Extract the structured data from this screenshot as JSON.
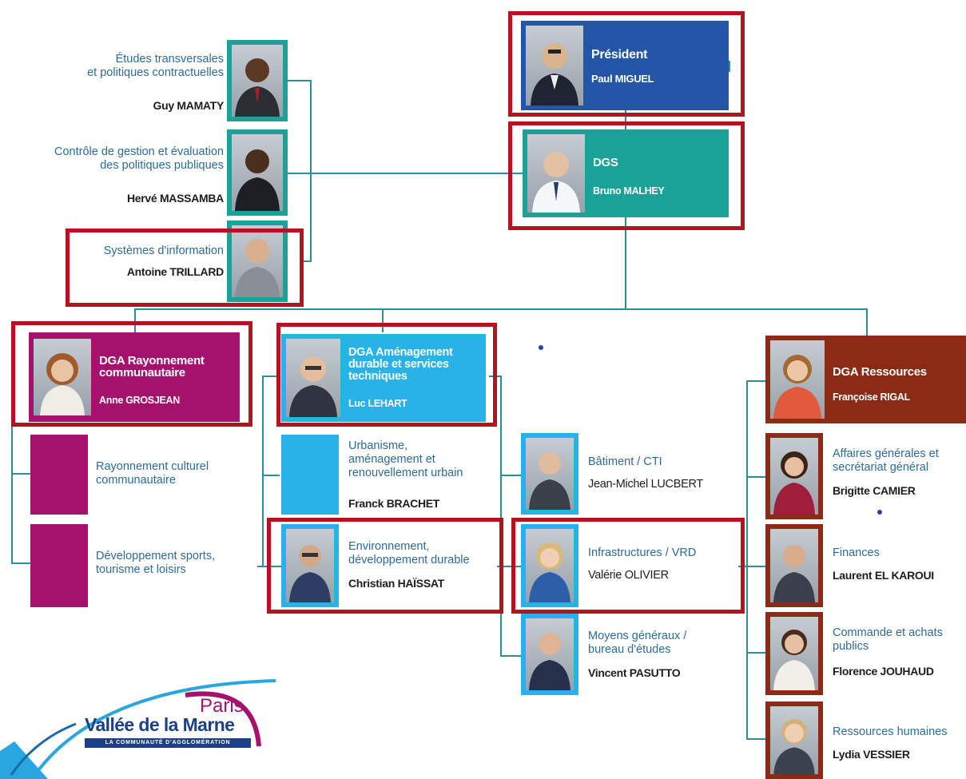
{
  "colors": {
    "teal": "#1aa198",
    "blue_president": "#2456a8",
    "magenta": "#a5126e",
    "cyan": "#27b3e8",
    "brown": "#8b2b15",
    "highlight": "#b3141f",
    "connector": "#2a8f96"
  },
  "president": {
    "title": "Président",
    "name": "Paul MIGUEL"
  },
  "dgs": {
    "title": "DGS",
    "name": "Bruno MALHEY"
  },
  "staff": [
    {
      "title": "Études transversales et politiques contractuelles",
      "title_lines": [
        "Études transversales",
        "et politiques contractuelles"
      ],
      "name": "Guy MAMATY"
    },
    {
      "title": "Contrôle de gestion et évaluation des politiques publiques",
      "title_lines": [
        "Contrôle de gestion et évaluation",
        "des politiques publiques"
      ],
      "name": "Hervé MASSAMBA"
    },
    {
      "title": "Systèmes d'information",
      "title_lines": [
        "Systèmes d'information"
      ],
      "name": "Antoine TRILLARD"
    }
  ],
  "dga_rayonnement": {
    "title_lines": [
      "DGA Rayonnement",
      "communautaire"
    ],
    "name": "Anne GROSJEAN",
    "units": [
      {
        "title_lines": [
          "Rayonnement culturel",
          "communautaire"
        ]
      },
      {
        "title_lines": [
          "Développement sports,",
          "tourisme et loisirs"
        ]
      }
    ]
  },
  "dga_amenagement": {
    "title_lines": [
      "DGA Aménagement",
      "durable et services",
      "techniques"
    ],
    "name": "Luc LEHART",
    "units_left": [
      {
        "title_lines": [
          "Urbanisme,",
          "aménagement et",
          "renouvellement urbain"
        ],
        "name": "Franck BRACHET"
      },
      {
        "title_lines": [
          "Environnement,",
          "développement durable"
        ],
        "name": "Christian HAÏSSAT"
      }
    ],
    "units_right": [
      {
        "title_lines": [
          "Bâtiment / CTI"
        ],
        "name": "Jean-Michel LUCBERT"
      },
      {
        "title_lines": [
          "Infrastructures / VRD"
        ],
        "name": "Valérie OLIVIER"
      },
      {
        "title_lines": [
          "Moyens généraux /",
          "bureau d'études"
        ],
        "name": "Vincent PASUTTO"
      }
    ]
  },
  "dga_ressources": {
    "title": "DGA Ressources",
    "name": "Françoise RIGAL",
    "units": [
      {
        "title_lines": [
          "Affaires générales et",
          "secrétariat général"
        ],
        "name": "Brigitte CAMIER"
      },
      {
        "title_lines": [
          "Finances"
        ],
        "name": "Laurent EL KAROUI"
      },
      {
        "title_lines": [
          "Commande et achats",
          "publics"
        ],
        "name": "Florence JOUHAUD"
      },
      {
        "title_lines": [
          "Ressources humaines"
        ],
        "name": "Lydia VESSIER"
      }
    ]
  },
  "logo": {
    "line1": "Paris",
    "line2": "Vallée de la Marne",
    "tagline": "LA COMMUNAUTÉ D'AGGLOMÉRATION"
  }
}
